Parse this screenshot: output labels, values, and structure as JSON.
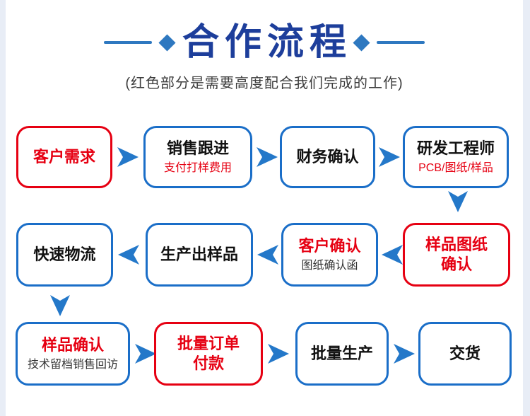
{
  "colors": {
    "navy": "#1d3e9b",
    "red": "#e60012",
    "blue": "#1a6ec8",
    "arrow_blue": "#2478c9",
    "accent_blue": "#2e78c0",
    "page_bg": "#e8edf6",
    "text_dark": "#111111",
    "text_gray": "#3d3d3d"
  },
  "header": {
    "title": "合作流程",
    "subtitle": "(红色部分是需要高度配合我们完成的工作)"
  },
  "flow": {
    "rows": [
      {
        "direction": "right",
        "steps": [
          {
            "title": "客户需求",
            "style": "red"
          },
          {
            "title": "销售跟进",
            "subtitle": "支付打样费用"
          },
          {
            "title": "财务确认"
          },
          {
            "title": "研发工程师",
            "subtitle": "PCB/图纸/样品"
          }
        ]
      },
      {
        "direction": "left",
        "steps": [
          {
            "title": "快速物流"
          },
          {
            "title": "生产出样品"
          },
          {
            "title": "客户确认",
            "subtitle": "图纸确认函"
          },
          {
            "title": "样品图纸",
            "title_line2": "确认",
            "style": "red"
          }
        ]
      },
      {
        "direction": "right",
        "steps": [
          {
            "title": "样品确认",
            "subtitle": "技术留档销售回访"
          },
          {
            "title": "批量订单",
            "title_line2": "付款",
            "style": "red"
          },
          {
            "title": "批量生产"
          },
          {
            "title": "交货"
          }
        ]
      }
    ]
  }
}
